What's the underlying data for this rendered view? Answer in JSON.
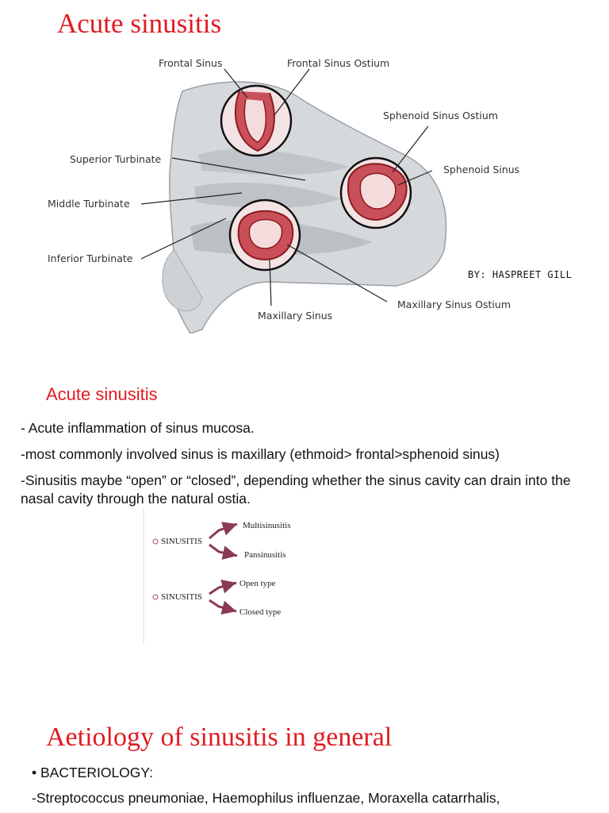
{
  "page_title": "Acute sinusitis",
  "diagram": {
    "labels": {
      "frontal_sinus": "Frontal Sinus",
      "frontal_sinus_ostium": "Frontal Sinus Ostium",
      "sphenoid_sinus_ostium": "Sphenoid Sinus Ostium",
      "sphenoid_sinus": "Sphenoid Sinus",
      "superior_turbinate": "Superior Turbinate",
      "middle_turbinate": "Middle Turbinate",
      "inferior_turbinate": "Inferior Turbinate",
      "maxillary_sinus": "Maxillary Sinus",
      "maxillary_sinus_ostium": "Maxillary Sinus Ostium"
    },
    "colors": {
      "sinus_fill": "#c9505a",
      "sinus_ring": "#8b1a1f",
      "tissue": "#c9ccd0"
    }
  },
  "author": "BY: HASPREET GILL",
  "section_heading": "Acute  sinusitis",
  "body_lines": [
    "- Acute inflammation of sinus mucosa.",
    "-most commonly involved sinus is maxillary (ethmoid> frontal>sphenoid sinus)",
    "-Sinusitis maybe “open” or “closed”, depending whether the sinus cavity can drain into the nasal cavity through the natural ostia."
  ],
  "classification": {
    "group1": {
      "root": "SINUSITIS",
      "a": "Multisinusitis",
      "b": "Pansinusitis"
    },
    "group2": {
      "root": "SINUSITIS",
      "a": "Open type",
      "b": "Closed type"
    },
    "arrow_color": "#8b3a52"
  },
  "section2_heading": "Aetiology of sinusitis in general",
  "bullet": "• BACTERIOLOGY:",
  "bacteria_line": "-Streptococcus pneumoniae, Haemophilus influenzae, Moraxella catarrhalis,"
}
